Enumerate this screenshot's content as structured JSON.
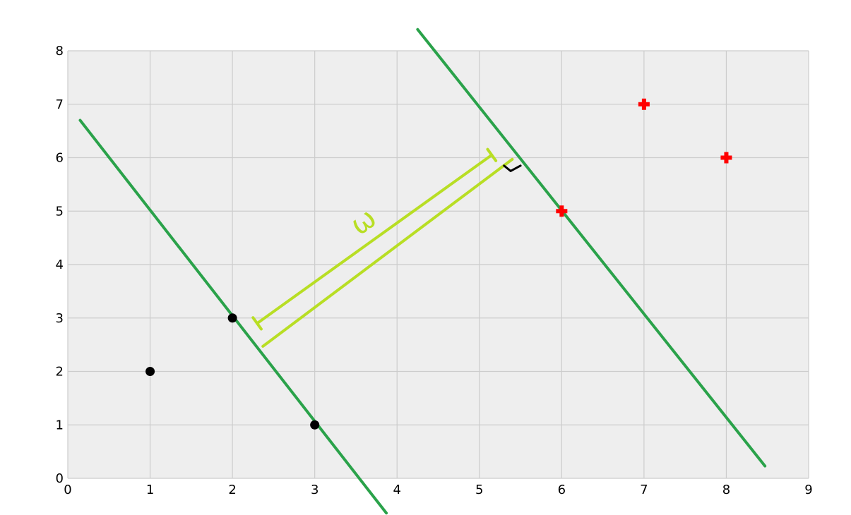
{
  "chart_data": {
    "type": "scatter",
    "title": "",
    "xlabel": "",
    "ylabel": "",
    "xlim": [
      0,
      9
    ],
    "ylim": [
      0,
      8
    ],
    "xticks": [
      "0",
      "1",
      "2",
      "3",
      "4",
      "5",
      "6",
      "7",
      "8",
      "9"
    ],
    "yticks": [
      "0",
      "1",
      "2",
      "3",
      "4",
      "5",
      "6",
      "7",
      "8"
    ],
    "grid": true,
    "background": "#eeeeee",
    "grid_color": "#cccccc",
    "series": [
      {
        "marker": "circle",
        "color": "#000000",
        "points": [
          [
            1,
            2
          ],
          [
            2,
            3
          ],
          [
            3,
            1
          ]
        ]
      },
      {
        "marker": "plus",
        "color": "#ff0000",
        "points": [
          [
            6,
            5
          ],
          [
            7,
            7
          ],
          [
            8,
            6
          ]
        ]
      }
    ],
    "lines": [
      {
        "color": "#2aa24a",
        "from": [
          0.15,
          6.7
        ],
        "to": [
          3.87,
          -0.65
        ]
      },
      {
        "color": "#2aa24a",
        "from": [
          4.25,
          8.4
        ],
        "to": [
          8.47,
          0.23
        ]
      }
    ],
    "annotations": {
      "color": "#b8de24",
      "mark_color": "#000000",
      "margin_label": "ω",
      "margin_arrow": {
        "from": [
          2.3,
          2.9
        ],
        "to": [
          5.15,
          6.05
        ]
      },
      "margin_segment": {
        "from": [
          2.37,
          2.47
        ],
        "to": [
          5.4,
          5.97
        ]
      },
      "check_mark": [
        [
          5.3,
          5.85
        ],
        [
          5.38,
          5.75
        ],
        [
          5.5,
          5.85
        ]
      ]
    }
  }
}
